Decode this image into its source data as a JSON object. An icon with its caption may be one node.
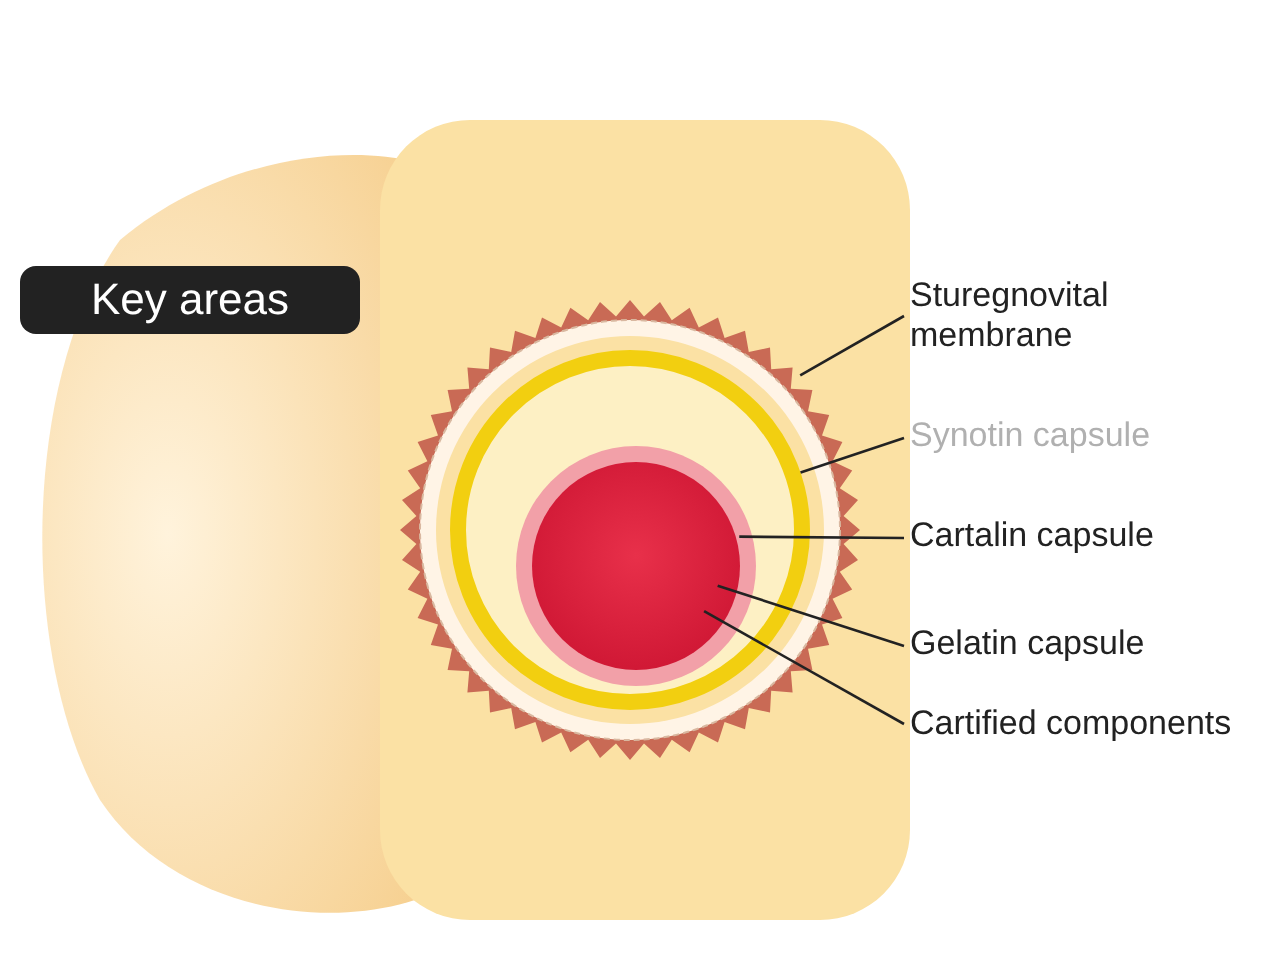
{
  "diagram": {
    "nodes": [
      {
        "text": [
          "Key areas"
        ]
      },
      {
        "text": [
          "Sturegnovital membrane"
        ]
      },
      {
        "text": [
          "Synotin capsule"
        ]
      },
      {
        "text": [
          "Cartalin capsule"
        ]
      },
      {
        "text": [
          "Gelatin capsule"
        ]
      },
      {
        "text": [
          "Cartified components"
        ]
      },
      {
        "text": [],
        "shape": "circle"
      },
      {
        "text": [],
        "shape": "circle",
        "in": 6
      },
      {
        "text": [],
        "shape": "circle",
        "in": 7
      },
      {
        "text": [],
        "shape": "circle",
        "in": 8
      }
    ],
    "edges": [
      {
        "from": 1,
        "to": 6,
        "arrow": "none"
      },
      {
        "from": 2,
        "to": 7,
        "arrow": "none"
      },
      {
        "from": 3,
        "to": 8,
        "arrow": "none"
      },
      {
        "from": 4,
        "to": 9,
        "arrow": "none"
      },
      {
        "from": 5,
        "to": 9,
        "arrow": "none"
      }
    ]
  }
}
